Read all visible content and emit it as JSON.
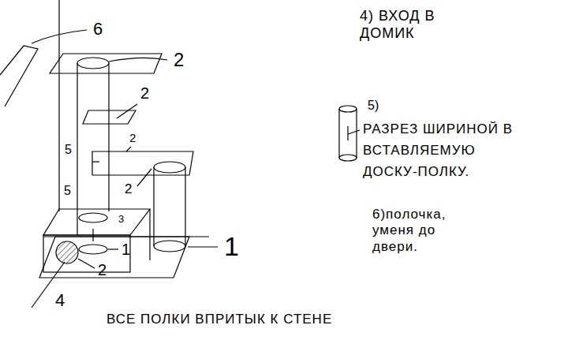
{
  "diagram": {
    "labels": [
      "6",
      "2",
      "2",
      "5",
      "2",
      "5",
      "2",
      "3",
      "1",
      "1",
      "2",
      "4",
      "4) ВХОД В ДОМИК",
      "5)",
      "РАЗРЕЗ ШИРИНОЙ В ВСТАВЛЯЕМУЮ ДОСКУ-ПОЛКУ.",
      "6)полочка, уменя до двери.",
      "ВСЕ ПОЛКИ ВПРИТЫК К СТЕНЕ"
    ]
  }
}
